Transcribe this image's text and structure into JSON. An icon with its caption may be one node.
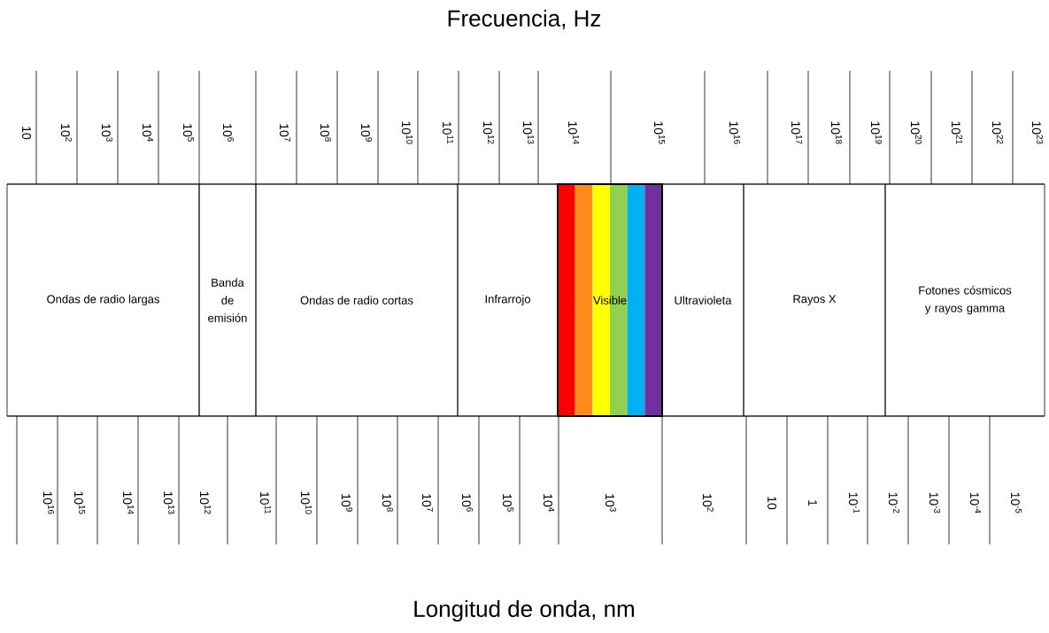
{
  "diagram": {
    "title": "Frecuencia, Hz",
    "nodes": [
      {
        "text": [
          "Ondas de radio largas"
        ]
      },
      {
        "text": [
          "Banda de emisión"
        ]
      },
      {
        "text": [
          "Ondas de radio cortas"
        ]
      },
      {
        "text": [
          "Infrarrojo"
        ]
      },
      {
        "text": [
          "Visible"
        ]
      },
      {
        "text": [
          "Ultravioleta"
        ]
      },
      {
        "text": [
          "Rayos X"
        ]
      },
      {
        "text": [
          "Fotones cósmicos y rayos gamma"
        ]
      }
    ],
    "labels": [
      "10",
      "10$^{2}$",
      "10$^{3}$",
      "10$^{4}$",
      "10$^{5}$",
      "10$^{6}$",
      "10$^{7}$",
      "10$^{8}$",
      "10$^{9}$",
      "10$^{10}$",
      "10$^{11}$",
      "10$^{12}$",
      "10$^{13}$",
      "10$^{14}$",
      "10$^{15}$",
      "10$^{16}$",
      "10$^{17}$",
      "10$^{18}$",
      "10$^{19}$",
      "10$^{20}$",
      "10$^{21}$",
      "10$^{22}$",
      "10$^{23}$",
      "10$^{16}$",
      "10$^{15}$",
      "10$^{14}$",
      "10$^{13}$",
      "10$^{12}$",
      "10$^{11}$",
      "10$^{10}$",
      "10$^{9}$",
      "10$^{8}$",
      "10$^{7}$",
      "10$^{6}$",
      "10$^{5}$",
      "10$^{4}$",
      "10$^{3}$",
      "10$^{2}$",
      "10",
      "1",
      "10$^{-1}$",
      "10$^{-2}$",
      "10$^{-3}$",
      "10$^{-4}$",
      "10$^{-5}$",
      "Longitud de onda, nm"
    ]
  }
}
